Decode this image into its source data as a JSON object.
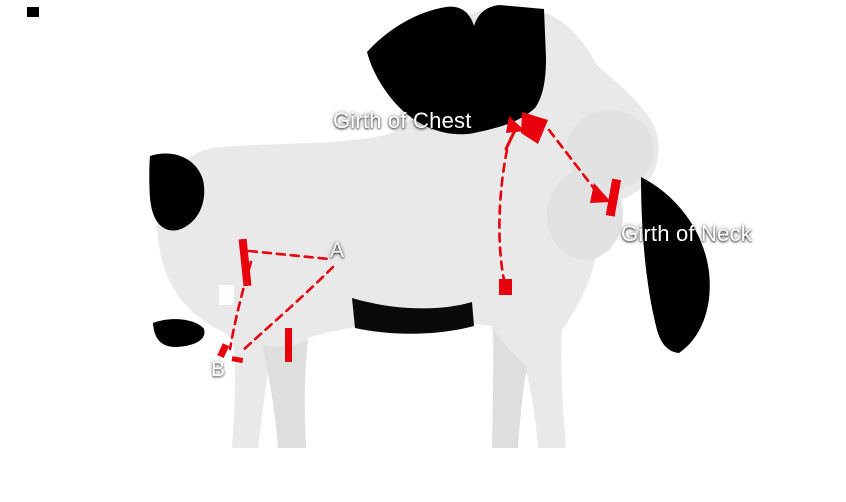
{
  "figure": {
    "labels": {
      "chest": "Girth of Chest",
      "neck": "Girth of Neck",
      "point_a": "A",
      "point_b": "B"
    },
    "colors": {
      "background": "#ffffff",
      "dog_body": "#e9e9e9",
      "dog_shadow": "#dedede",
      "patch_black": "#000000",
      "measurement_red": "#e8000d",
      "label_text": "#ffffff"
    }
  }
}
